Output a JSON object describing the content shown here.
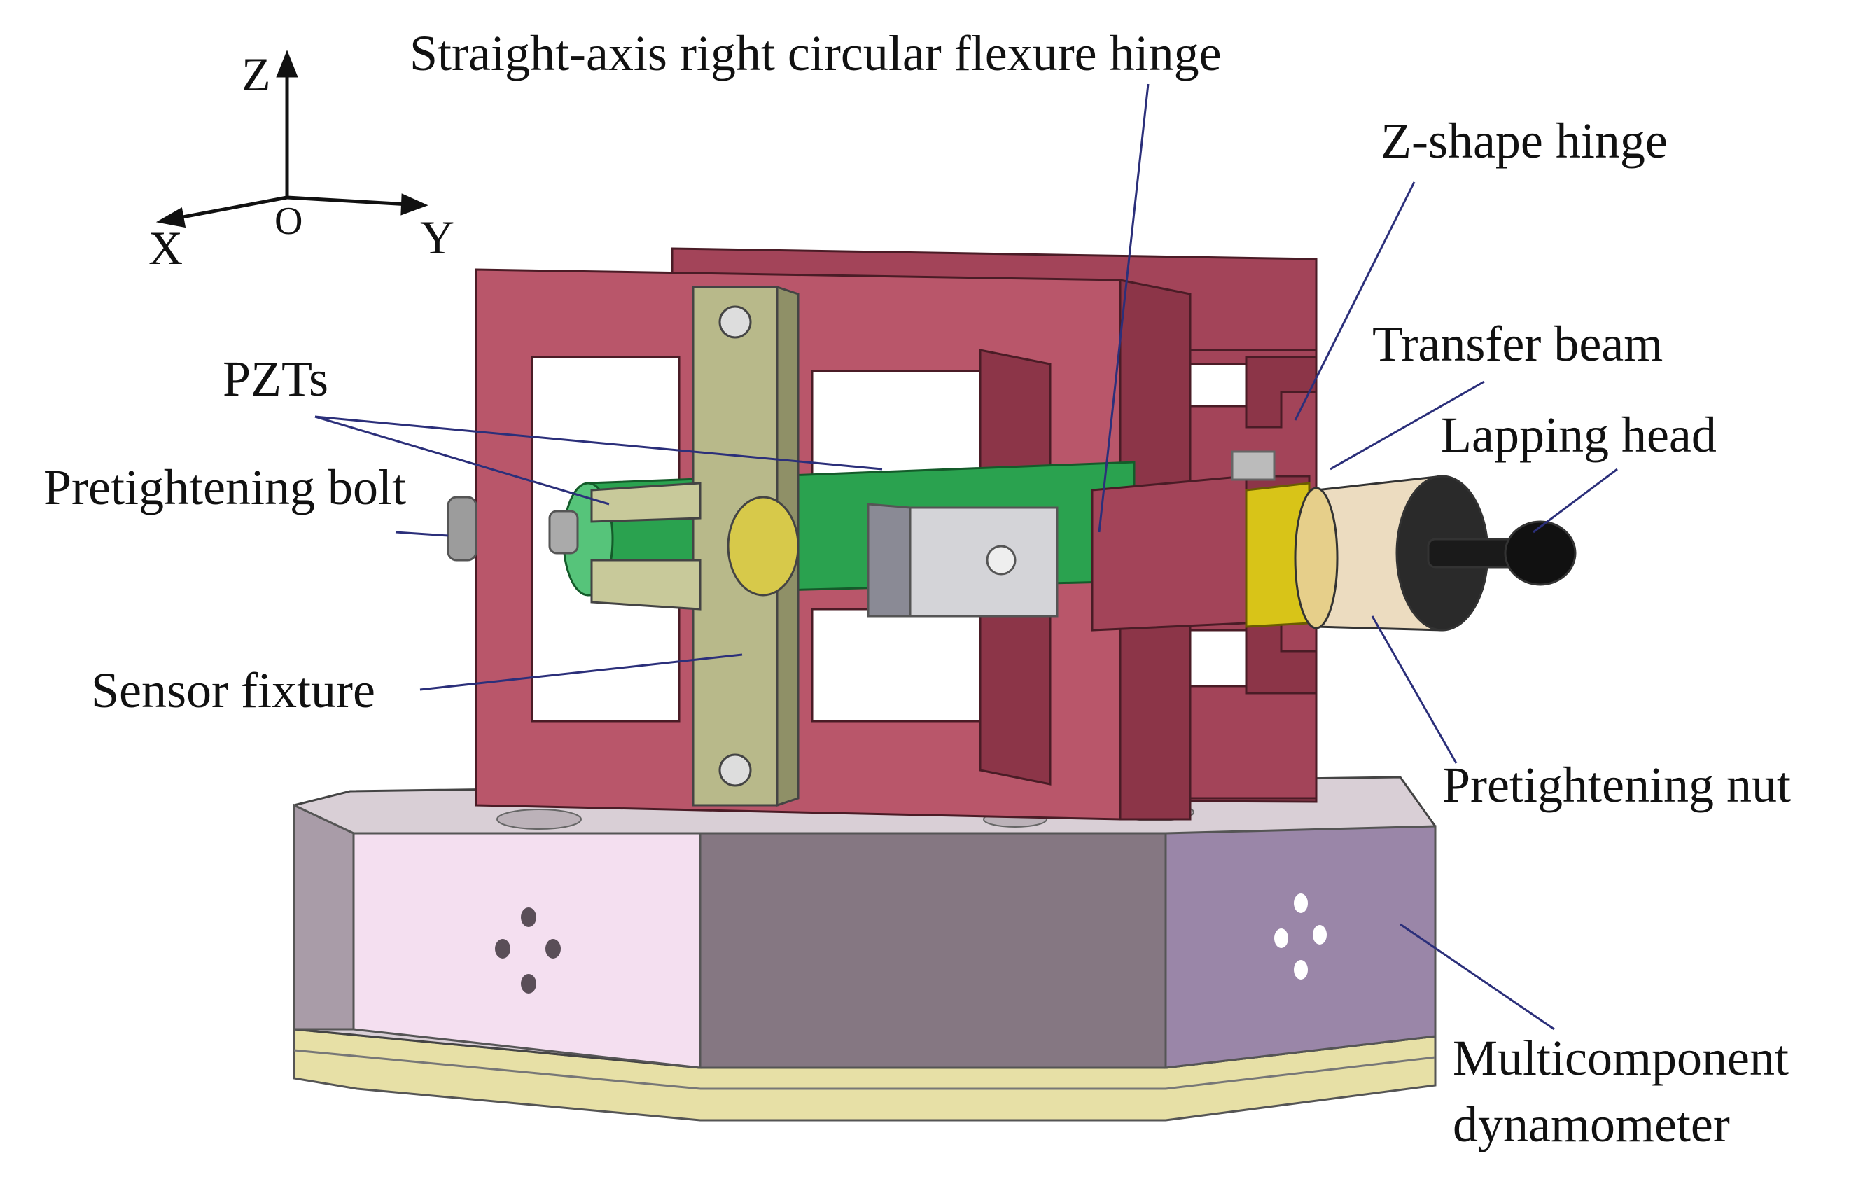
{
  "axes": {
    "z": "Z",
    "x": "X",
    "y": "Y",
    "origin": "O"
  },
  "labels": {
    "flexure_hinge": "Straight-axis right circular flexure hinge",
    "z_shape_hinge": "Z-shape hinge",
    "transfer_beam": "Transfer beam",
    "lapping_head": "Lapping head",
    "pzts": "PZTs",
    "pretightening_bolt": "Pretightening bolt",
    "sensor_fixture": "Sensor fixture",
    "pretightening_nut": "Pretightening nut",
    "dynamometer_line1": "Multicomponent",
    "dynamometer_line2": "dynamometer"
  },
  "colors": {
    "frame": "#b9566a",
    "frame_dark": "#8c3548",
    "frame_side": "#a34459",
    "fixture": "#b8b98a",
    "pzt": "#2aa24f",
    "base_front": "#f4dff0",
    "base_mid": "#857782",
    "base_right": "#9a86a8",
    "base_top": "#d9cfd6",
    "base_plate": "#e7e0a6",
    "leader": "#2b2f7a"
  }
}
